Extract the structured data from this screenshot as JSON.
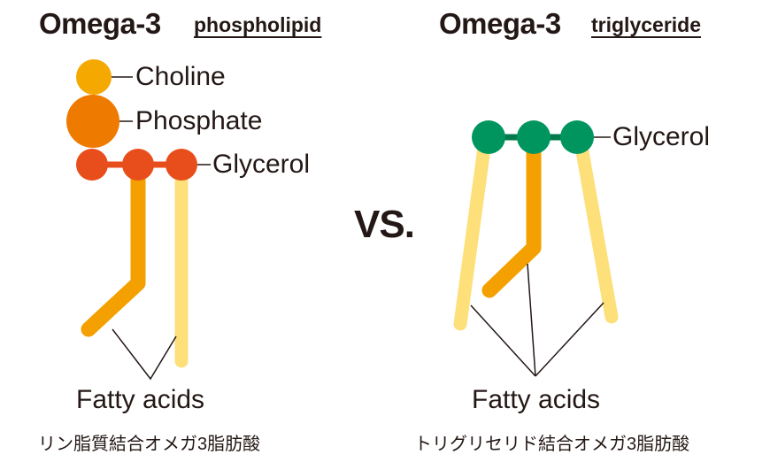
{
  "left": {
    "title": "Omega-3",
    "subtitle": "phospholipid",
    "labels": {
      "choline": "Choline",
      "phosphate": "Phosphate",
      "glycerol": "Glycerol",
      "fatty_acids": "Fatty acids"
    },
    "caption": "リン脂質結合オメガ3脂肪酸"
  },
  "vs": "VS.",
  "right": {
    "title": "Omega-3",
    "subtitle": "triglyceride",
    "labels": {
      "glycerol": "Glycerol",
      "fatty_acids": "Fatty acids"
    },
    "caption": "トリグリセリド結合オメガ3脂肪酸"
  },
  "colors": {
    "choline": "#F5A800",
    "phosphate": "#EE7A00",
    "glycerol_left": "#E84E1B",
    "glycerol_right": "#00955F",
    "glycerol_bond_right": "#007A4D",
    "fatty_acid_dark": "#F3A000",
    "fatty_acid_light": "#FDE07A",
    "text": "#231815"
  }
}
